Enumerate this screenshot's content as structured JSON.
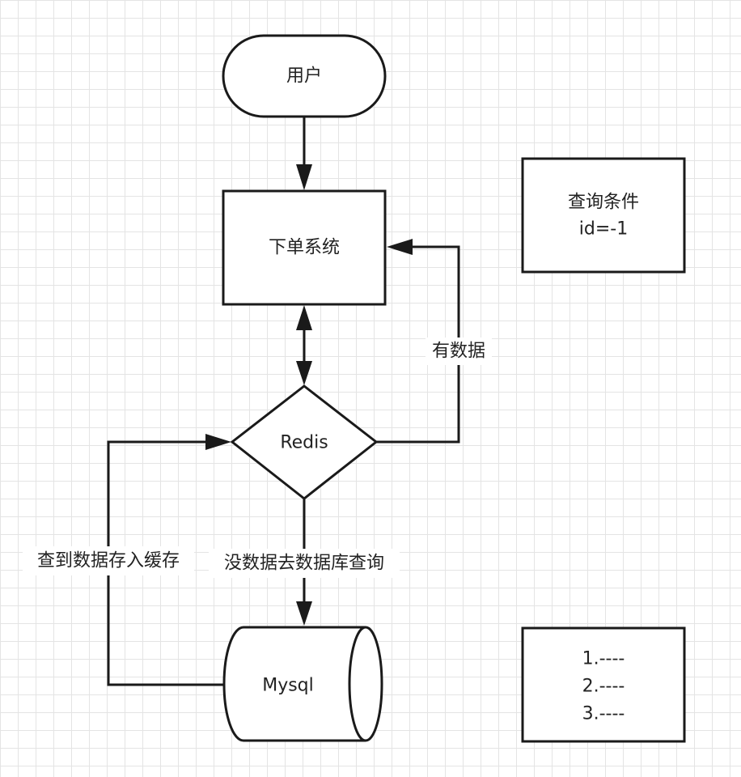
{
  "nodes": {
    "user": "用户",
    "order_system": "下单系统",
    "redis": "Redis",
    "mysql": "Mysql",
    "query_condition": [
      "查询条件",
      "id=-1"
    ],
    "list_items": [
      "1.----",
      "2.----",
      "3.----"
    ]
  },
  "edges": {
    "has_data": "有数据",
    "no_data_query_db": "没数据去数据库查询",
    "found_store_cache": "查到数据存入缓存"
  },
  "colors": {
    "stroke": "#1a1a1a",
    "grid": "#e4e4e4",
    "text": "#222222"
  }
}
